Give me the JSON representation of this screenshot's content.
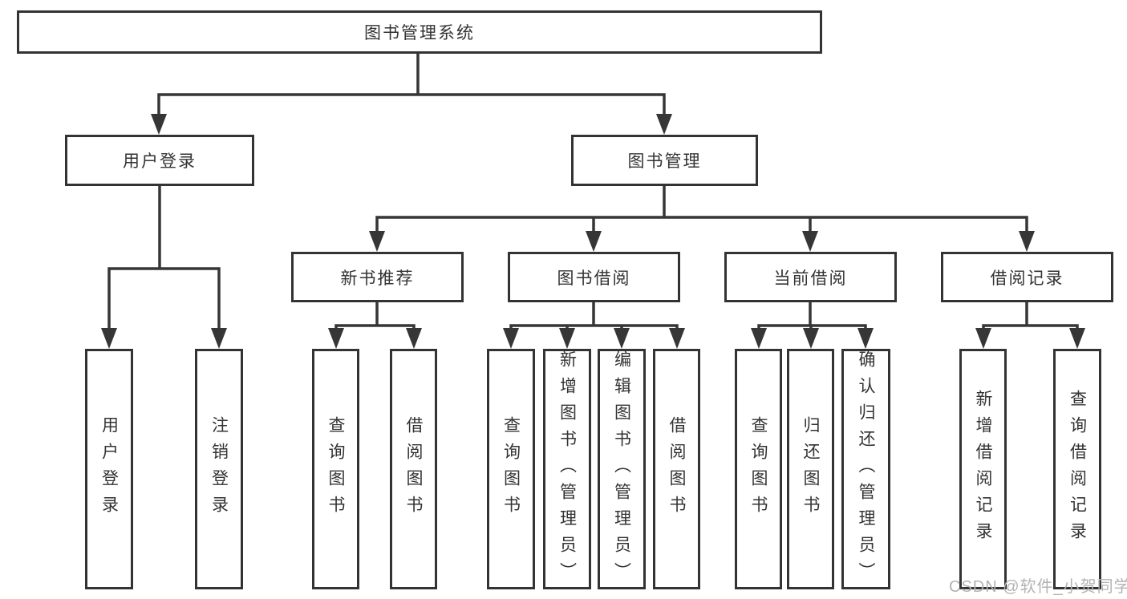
{
  "tree": {
    "label": "图书管理系统",
    "children": [
      {
        "label": "用户登录",
        "children": [
          {
            "label": "用户登录"
          },
          {
            "label": "注销登录"
          }
        ]
      },
      {
        "label": "图书管理",
        "children": [
          {
            "label": "新书推荐",
            "children": [
              {
                "label": "查询图书"
              },
              {
                "label": "借阅图书"
              }
            ]
          },
          {
            "label": "图书借阅",
            "children": [
              {
                "label": "查询图书"
              },
              {
                "label": "新增图书（管理员）"
              },
              {
                "label": "编辑图书（管理员）"
              },
              {
                "label": "借阅图书"
              }
            ]
          },
          {
            "label": "当前借阅",
            "children": [
              {
                "label": "查询图书"
              },
              {
                "label": "归还图书"
              },
              {
                "label": "确认归还（管理员）"
              }
            ]
          },
          {
            "label": "借阅记录",
            "children": [
              {
                "label": "新增借阅记录"
              },
              {
                "label": "查询借阅记录"
              }
            ]
          }
        ]
      }
    ]
  },
  "watermark": {
    "text": "CSDN @软件_小贺同学",
    "color": "#b3b3b3"
  },
  "colors": {
    "line": "#363636",
    "box_border": "#333333",
    "box_background": "#ffffff",
    "text": "#333333",
    "background": "#ffffff"
  }
}
